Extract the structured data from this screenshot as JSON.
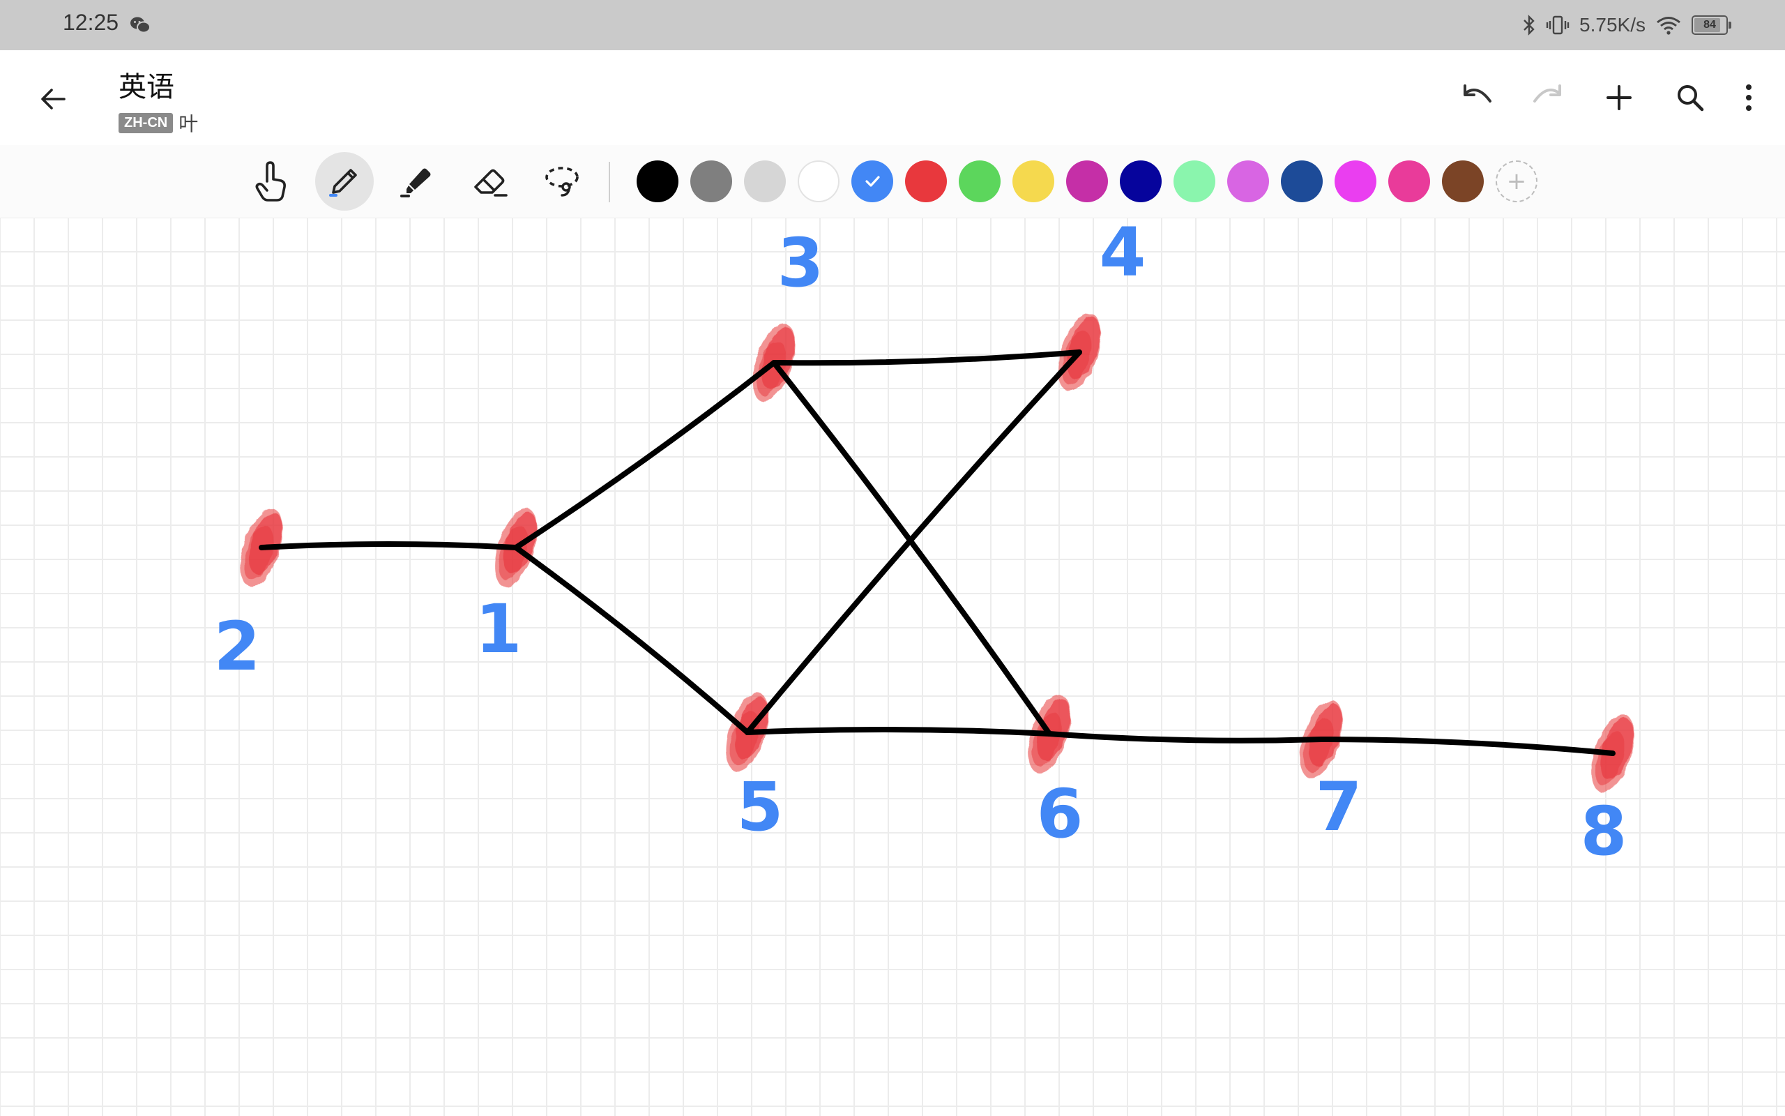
{
  "status_bar": {
    "time": "12:25",
    "network_speed": "5.75K/s",
    "battery_level": "84",
    "icons": [
      "wechat-icon",
      "bluetooth-icon",
      "vibrate-icon",
      "wifi-icon",
      "battery-icon"
    ]
  },
  "app_bar": {
    "title": "英语",
    "language_badge": "ZH-CN",
    "author": "叶",
    "actions": [
      "back-arrow-icon",
      "undo-icon",
      "redo-icon",
      "add-icon",
      "search-icon",
      "more-vertical-icon"
    ],
    "redo_enabled": false
  },
  "toolbar": {
    "tools": [
      "hand-icon",
      "pen-icon",
      "highlighter-icon",
      "eraser-icon",
      "lasso-icon"
    ],
    "active_tool": "pen",
    "colors": [
      "#000000",
      "#7f7f7f",
      "#d6d6d6",
      "#ffffff",
      "#4287f5",
      "#e8383d",
      "#5cd65c",
      "#f5d94e",
      "#c52fa7",
      "#06049c",
      "#8af5ad",
      "#d865e3",
      "#1d4b98",
      "#ea3ef0",
      "#e93b9a",
      "#7b4426"
    ],
    "selected_color": "#4287f5",
    "add_color_label": "+"
  },
  "drawing": {
    "node_labels": [
      "1",
      "2",
      "3",
      "4",
      "5",
      "6",
      "7",
      "8"
    ],
    "node_color": "#e8383d",
    "edge_color": "#000000",
    "label_color": "#4287f5"
  }
}
